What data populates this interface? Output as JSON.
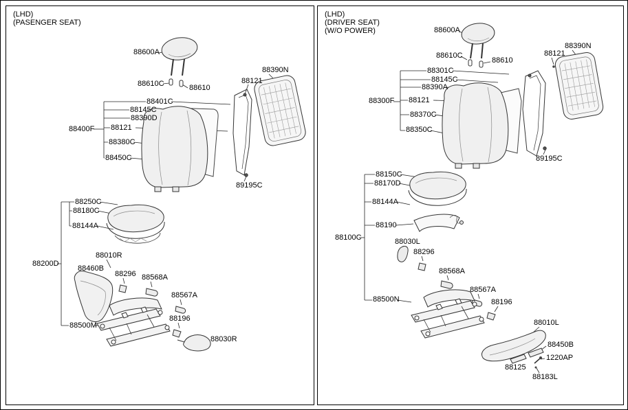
{
  "left": {
    "header1": "(LHD)",
    "header2": "(PASENGER SEAT)",
    "labels": {
      "p88600A": "88600A",
      "p88610C": "88610C",
      "p88610": "88610",
      "p88121_a": "88121",
      "p88390N": "88390N",
      "p88401C": "88401C",
      "p88145C": "88145C",
      "p88390D": "88390D",
      "p88121_b": "88121",
      "p88400F": "88400F",
      "p88380C": "88380C",
      "p88450C": "88450C",
      "p89195C": "89195C",
      "p88250C": "88250C",
      "p88180C": "88180C",
      "p88144A": "88144A",
      "p88200D": "88200D",
      "p88010R": "88010R",
      "p88460B": "88460B",
      "p88296": "88296",
      "p88568A": "88568A",
      "p88567A": "88567A",
      "p88196": "88196",
      "p88500M": "88500M",
      "p88030R": "88030R"
    }
  },
  "right": {
    "header1": "(LHD)",
    "header2": "(DRIVER SEAT)",
    "header3": "(W/O POWER)",
    "labels": {
      "p88600A": "88600A",
      "p88610C": "88610C",
      "p88610": "88610",
      "p88121_a": "88121",
      "p88390N": "88390N",
      "p88301C": "88301C",
      "p88145C": "88145C",
      "p88390A": "88390A",
      "p88121_b": "88121",
      "p88300F": "88300F",
      "p88370C": "88370C",
      "p88350C": "88350C",
      "p89195C": "89195C",
      "p88150C": "88150C",
      "p88170D": "88170D",
      "p88144A": "88144A",
      "p88190": "88190",
      "p88100C": "88100C",
      "p88030L": "88030L",
      "p88296": "88296",
      "p88568A": "88568A",
      "p88567A": "88567A",
      "p88500N": "88500N",
      "p88196": "88196",
      "p88010L": "88010L",
      "p88450B": "88450B",
      "p1220AP": "1220AP",
      "p88125": "88125",
      "p88183L": "88183L"
    }
  }
}
